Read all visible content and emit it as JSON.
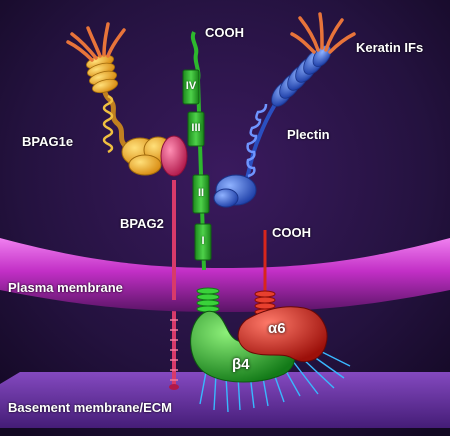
{
  "labels": {
    "cooh_top": "COOH",
    "keratin": "Keratin IFs",
    "bpag1e": "BPAG1e",
    "plectin": "Plectin",
    "bpag2": "BPAG2",
    "cooh_mid": "COOH",
    "plasma": "Plasma membrane",
    "basement": "Basement membrane/ECM"
  },
  "domains": [
    "IV",
    "III",
    "II",
    "I"
  ],
  "subunits": {
    "alpha": "α6",
    "beta": "β4"
  },
  "colors": {
    "background": "#180c2e",
    "membrane": "#c22fc6",
    "ecm": "#7a3fb8",
    "bpag1e": "#f2b02a",
    "plectin": "#3f6fe0",
    "keratin": "#e8743a",
    "bpag2": "#d83a6a",
    "beta4": "#2db82d",
    "alpha6": "#d8261c",
    "ecm_fibers": "#39b8ff"
  }
}
